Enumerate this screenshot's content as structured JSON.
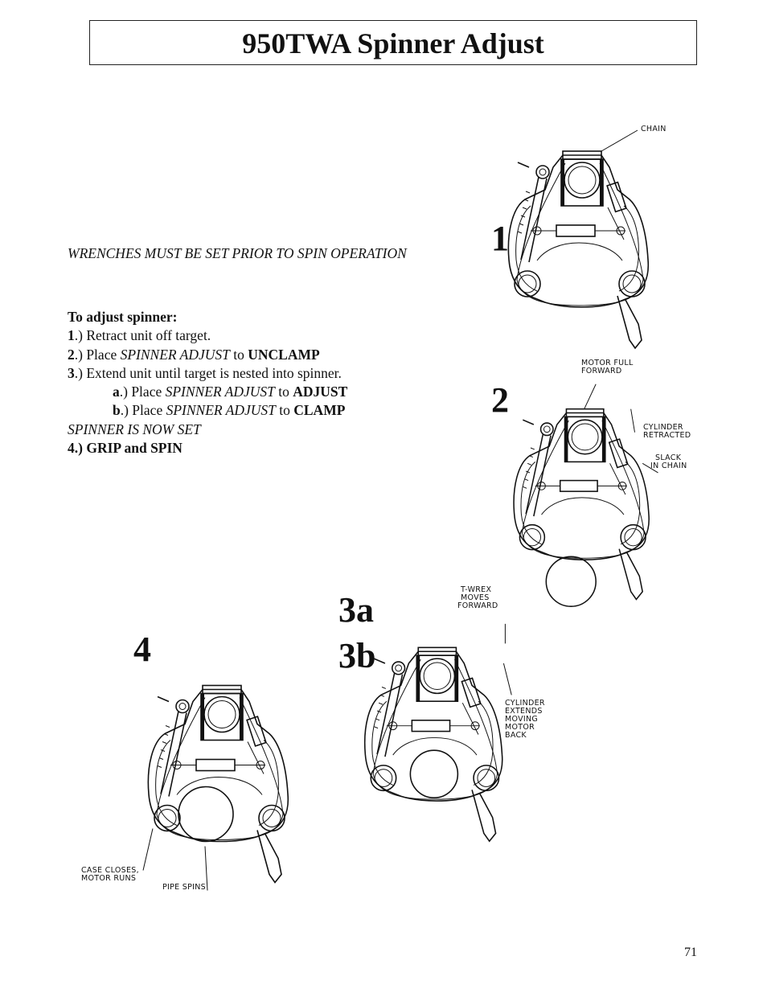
{
  "page": {
    "title": "950TWA Spinner Adjust",
    "warning": "WRENCHES MUST BE SET PRIOR TO SPIN OPERATION",
    "page_number": "71"
  },
  "instructions": {
    "heading": "To adjust spinner:",
    "step1": {
      "num": "1",
      "text": ".) Retract unit off target."
    },
    "step2": {
      "num": "2",
      "pre": ".) Place ",
      "control": "SPINNER ADJUST",
      "mid": " to ",
      "state": "UNCLAMP"
    },
    "step3": {
      "num": "3",
      "text": ".) Extend unit until target is nested into spinner."
    },
    "step3a": {
      "num": "a",
      "pre": ".) Place ",
      "control": "SPINNER ADJUST",
      "mid": " to ",
      "state": "ADJUST"
    },
    "step3b": {
      "num": "b",
      "pre": ".) Place ",
      "control": "SPINNER ADJUST",
      "mid": " to ",
      "state": "CLAMP"
    },
    "set_note": "SPINNER IS NOW SET",
    "step4": "4.) GRIP and SPIN"
  },
  "figures": {
    "fig1": {
      "label": "1",
      "callouts": [
        "CHAIN"
      ]
    },
    "fig2": {
      "label": "2",
      "callouts": [
        "MOTOR FULL",
        "FORWARD",
        "CYLINDER",
        "RETRACTED",
        "SLACK",
        "IN CHAIN"
      ]
    },
    "fig3": {
      "label_a": "3a",
      "label_b": "3b",
      "callouts": [
        "T-WREX",
        "MOVES",
        "FORWARD",
        "CYLINDER",
        "EXTENDS",
        "MOVING",
        "MOTOR",
        "BACK"
      ]
    },
    "fig4": {
      "label": "4",
      "callouts": [
        "CASE CLOSES,",
        "MOTOR RUNS",
        "PIPE SPINS"
      ]
    }
  }
}
